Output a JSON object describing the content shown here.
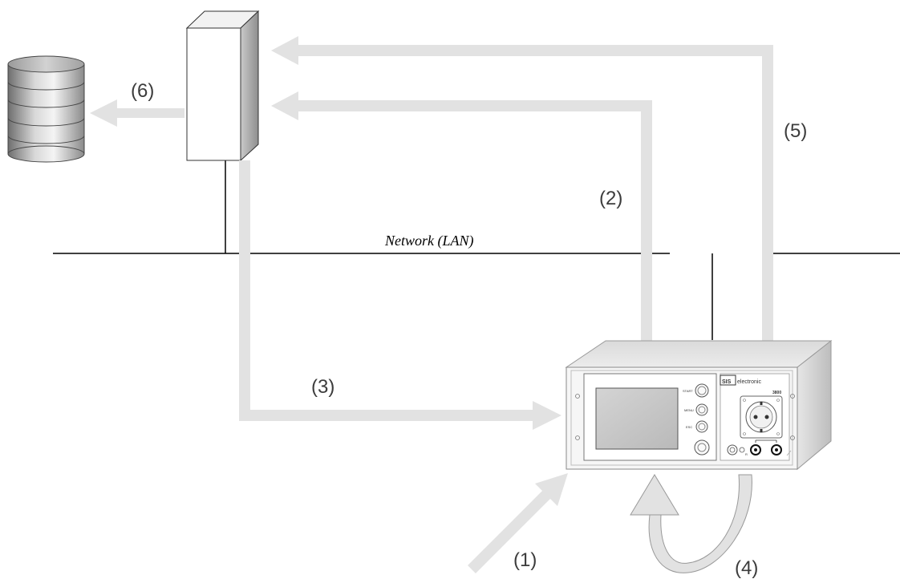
{
  "network": {
    "label": "Network  (LAN)"
  },
  "steps": {
    "s1": "(1)",
    "s2": "(2)",
    "s3": "(3)",
    "s4": "(4)",
    "s5": "(5)",
    "s6": "(6)"
  },
  "device": {
    "brand": "electronic",
    "logo": "SIS",
    "model": "3800",
    "buttons": {
      "start": "START",
      "menu": "MENU",
      "esc": "ESC"
    },
    "terminal_label": "R"
  },
  "colors": {
    "flow_arrow": "#e2e2e2",
    "line": "#000000",
    "label": "#3c3c3c"
  },
  "icons": {
    "database": "database-stack-icon",
    "server": "server-tower-icon",
    "tester": "safety-tester-device-icon",
    "socket": "power-socket-icon"
  }
}
